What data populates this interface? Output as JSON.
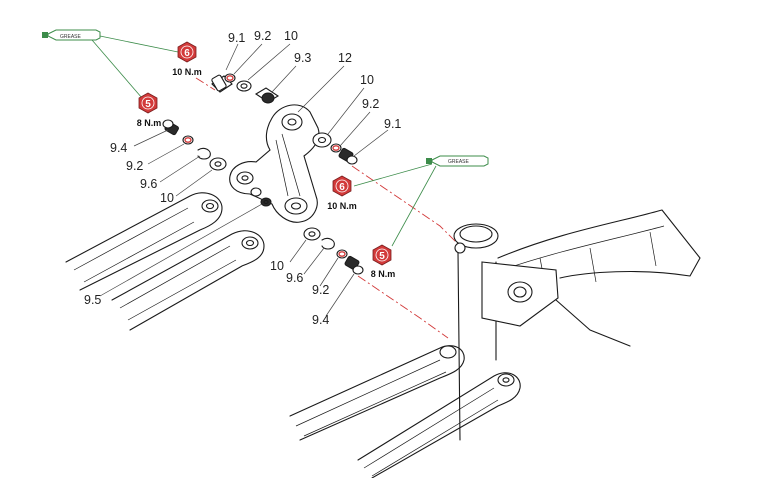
{
  "colors": {
    "badge": "#d23a3a",
    "grease_tube": "#3c8c4a",
    "axis_line": "#d23a3a",
    "ink": "#1a1a1a"
  },
  "grease_tubes": [
    {
      "id": "grease-top-left",
      "label": "GREASE"
    },
    {
      "id": "grease-right",
      "label": "GREASE"
    }
  ],
  "torque_callouts": [
    {
      "id": "top",
      "step": "6",
      "torque": "10 N.m"
    },
    {
      "id": "left",
      "step": "5",
      "torque": "8 N.m"
    },
    {
      "id": "right",
      "step": "6",
      "torque": "10 N.m"
    },
    {
      "id": "bottom",
      "step": "5",
      "torque": "8 N.m"
    }
  ],
  "part_labels": {
    "top_9_1": "9.1",
    "top_9_2": "9.2",
    "top_10": "10",
    "top_9_3": "9.3",
    "top_12": "12",
    "right_10": "10",
    "right_9_2": "9.2",
    "right_9_1": "9.1",
    "left_9_4": "9.4",
    "left_9_2": "9.2",
    "left_9_6": "9.6",
    "left_10": "10",
    "left_9_5": "9.5",
    "bottom_10": "10",
    "bottom_9_6": "9.6",
    "bottom_9_2": "9.2",
    "bottom_9_4": "9.4"
  }
}
